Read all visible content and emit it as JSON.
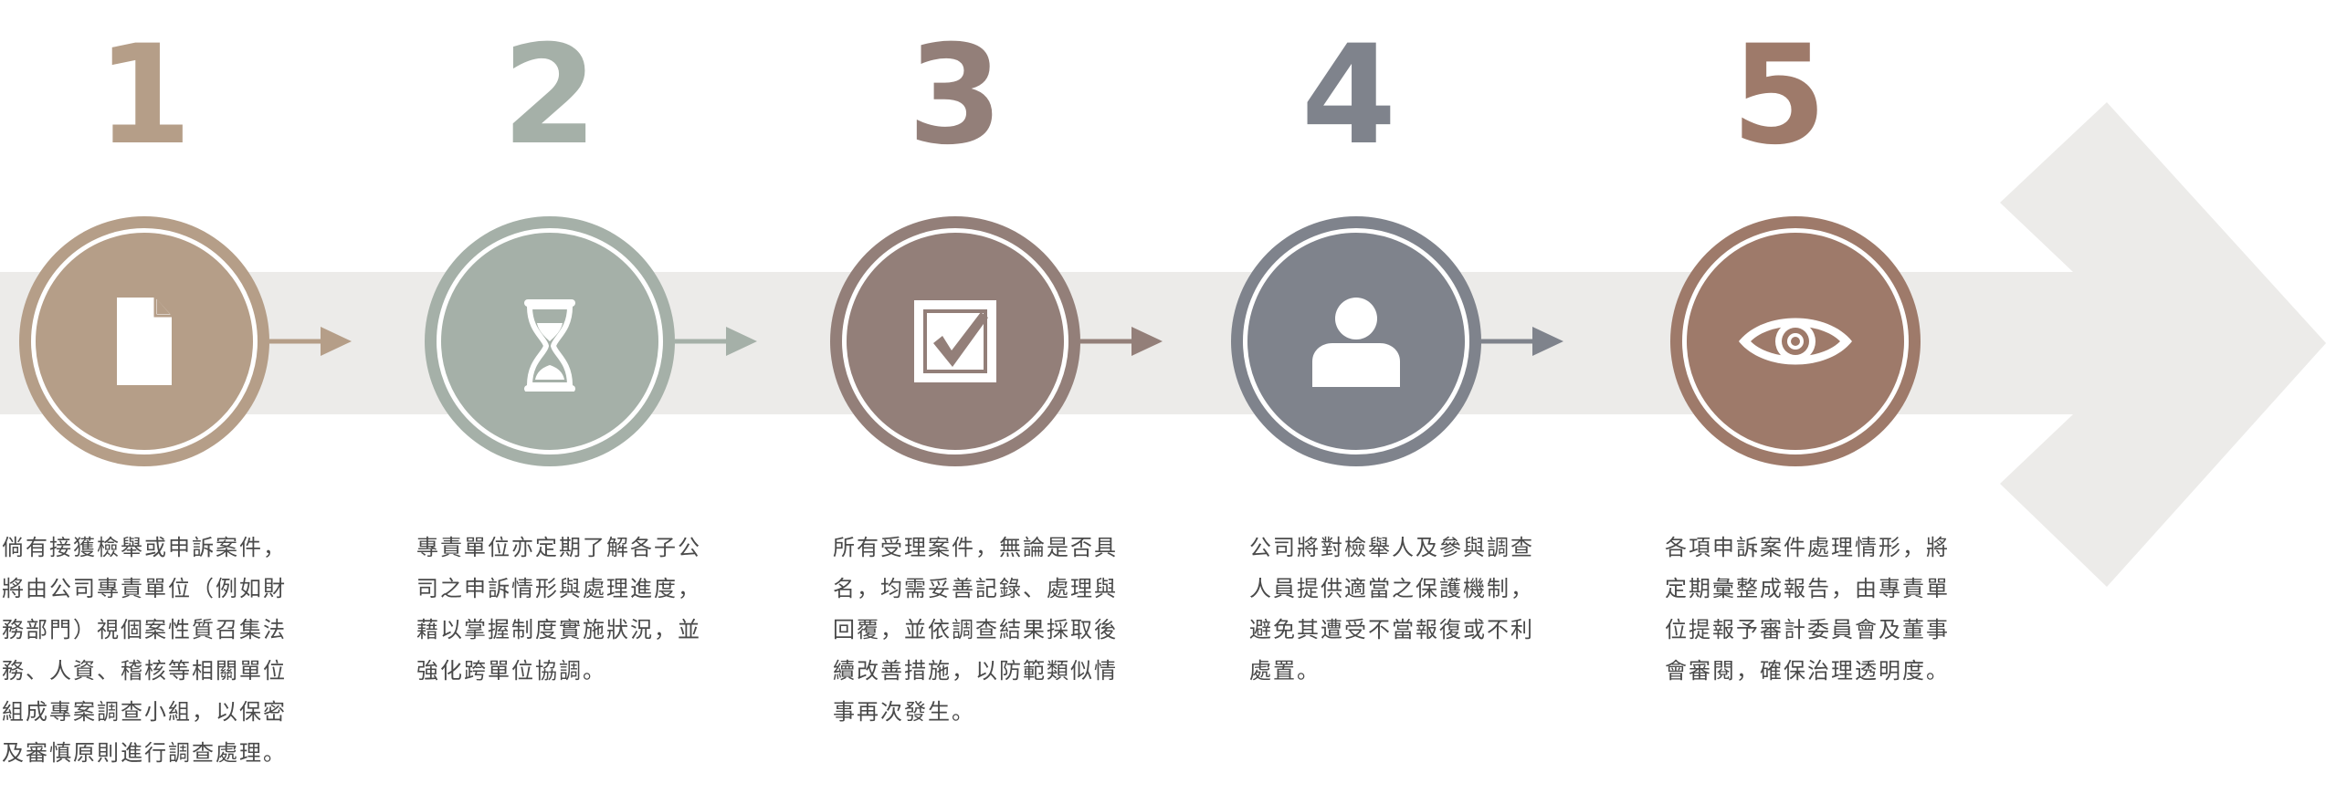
{
  "colors": {
    "band": "#ecebe9",
    "step1": "#b59e88",
    "step2": "#a5b0a8",
    "step3": "#937f79",
    "step4": "#7f838c",
    "step5": "#9e7a6a"
  },
  "steps": [
    {
      "number": "1",
      "icon": "document-icon",
      "description": "倘有接獲檢舉或申訴案件，\n將由公司專責單位（例如財\n務部門）視個案性質召集法\n務、人資、稽核等相關單位\n組成專案調查小組，以保密\n及審慎原則進行調查處理。"
    },
    {
      "number": "2",
      "icon": "hourglass-icon",
      "description": "專責單位亦定期了解各子公\n司之申訴情形與處理進度，\n藉以掌握制度實施狀況，並\n強化跨單位協調。"
    },
    {
      "number": "3",
      "icon": "checkbox-icon",
      "description": "所有受理案件，無論是否具\n名，均需妥善記錄、處理與\n回覆，並依調查結果採取後\n續改善措施，以防範類似情\n事再次發生。"
    },
    {
      "number": "4",
      "icon": "person-icon",
      "description": "公司將對檢舉人及參與調查\n人員提供適當之保護機制，\n避免其遭受不當報復或不利\n處置。"
    },
    {
      "number": "5",
      "icon": "eye-icon",
      "description": "各項申訴案件處理情形，將\n定期彙整成報告，由專責單\n位提報予審計委員會及董事\n會審閱，確保治理透明度。"
    }
  ]
}
